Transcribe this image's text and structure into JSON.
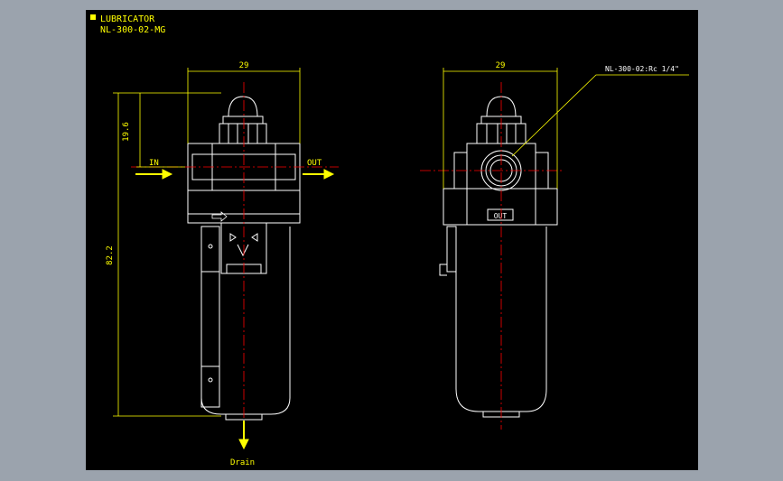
{
  "title": {
    "line1": "LUBRICATOR",
    "line2": "NL-300-02-MG",
    "marker_color": "#ffff00"
  },
  "colors": {
    "background": "#000000",
    "outline": "#ffffff",
    "dimension": "#ffff00",
    "centerline": "#ff0000",
    "leader": "#ffff00"
  },
  "front_view": {
    "width_dim": "29",
    "height_top_dim": "19.6",
    "height_total_dim": "82.2",
    "in_label": "IN",
    "out_label": "OUT",
    "drain_label": "Drain"
  },
  "side_view": {
    "width_dim": "29",
    "port_callout": "NL-300-02:Rc 1/4\"",
    "out_badge": "OUT"
  }
}
